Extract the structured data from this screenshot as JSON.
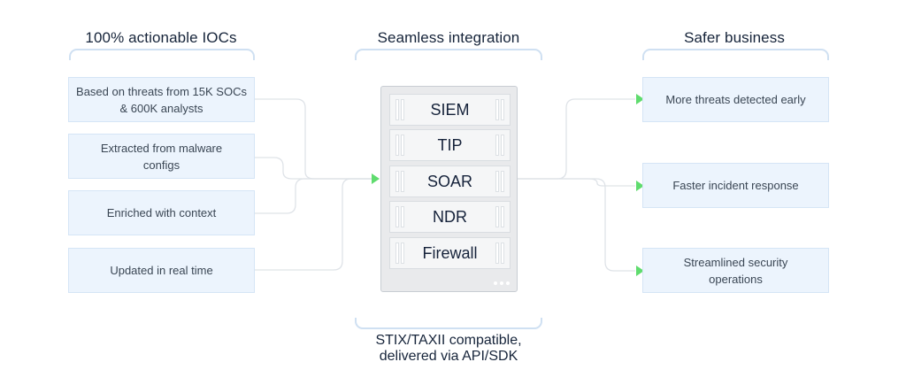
{
  "columns": {
    "left_title": "100% actionable IOCs",
    "center_title": "Seamless integration",
    "right_title": "Safer business"
  },
  "sources": [
    "Based on threats from 15K SOCs\n& 600K analysts",
    "Extracted from malware\nconfigs",
    "Enriched with context",
    "Updated in real time"
  ],
  "integrations": [
    "SIEM",
    "TIP",
    "SOAR",
    "NDR",
    "Firewall"
  ],
  "outcomes": [
    "More threats detected early",
    "Faster incident response",
    "Streamlined security\noperations"
  ],
  "bottom_caption": "STIX/TAXII compatible,\ndelivered via API/SDK",
  "colors": {
    "card_bg": "#ecf4fd",
    "card_border": "#d5e5f6",
    "bracket": "#cfe0f2",
    "connector": "#dfe3e8",
    "arrow": "#5fdc6e",
    "title_text": "#16243a"
  }
}
